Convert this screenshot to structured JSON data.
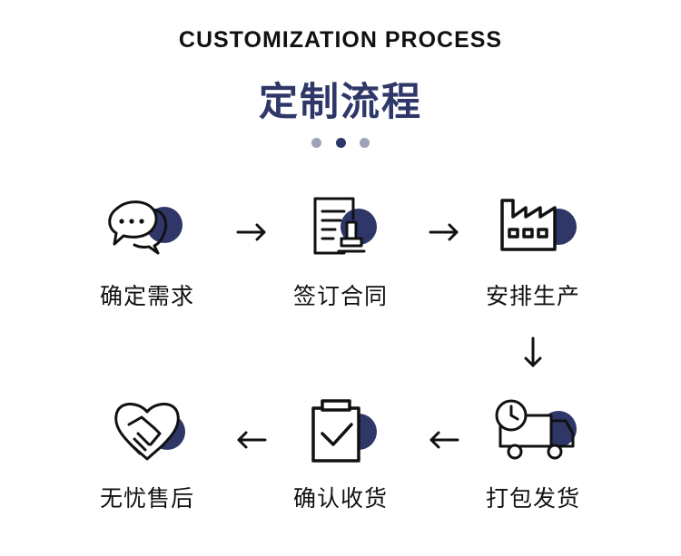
{
  "header": {
    "title_en": "CUSTOMIZATION PROCESS",
    "title_cn": "定制流程"
  },
  "colors": {
    "accent": "#2e3768",
    "dot_light": "#9ea3b9",
    "icon_stroke": "#111111"
  },
  "pagination": {
    "total": 3,
    "active_index": 1
  },
  "steps": [
    {
      "label": "确定需求",
      "icon": "chat-bubbles-icon"
    },
    {
      "label": "签订合同",
      "icon": "contract-stamp-icon"
    },
    {
      "label": "安排生产",
      "icon": "factory-icon"
    },
    {
      "label": "打包发货",
      "icon": "delivery-truck-icon"
    },
    {
      "label": "确认收货",
      "icon": "clipboard-check-icon"
    },
    {
      "label": "无忧售后",
      "icon": "handshake-heart-icon"
    }
  ],
  "arrows": [
    {
      "icon": "arrow-right-icon"
    },
    {
      "icon": "arrow-right-icon"
    },
    {
      "icon": "arrow-down-icon"
    },
    {
      "icon": "arrow-left-icon"
    },
    {
      "icon": "arrow-left-icon"
    }
  ]
}
